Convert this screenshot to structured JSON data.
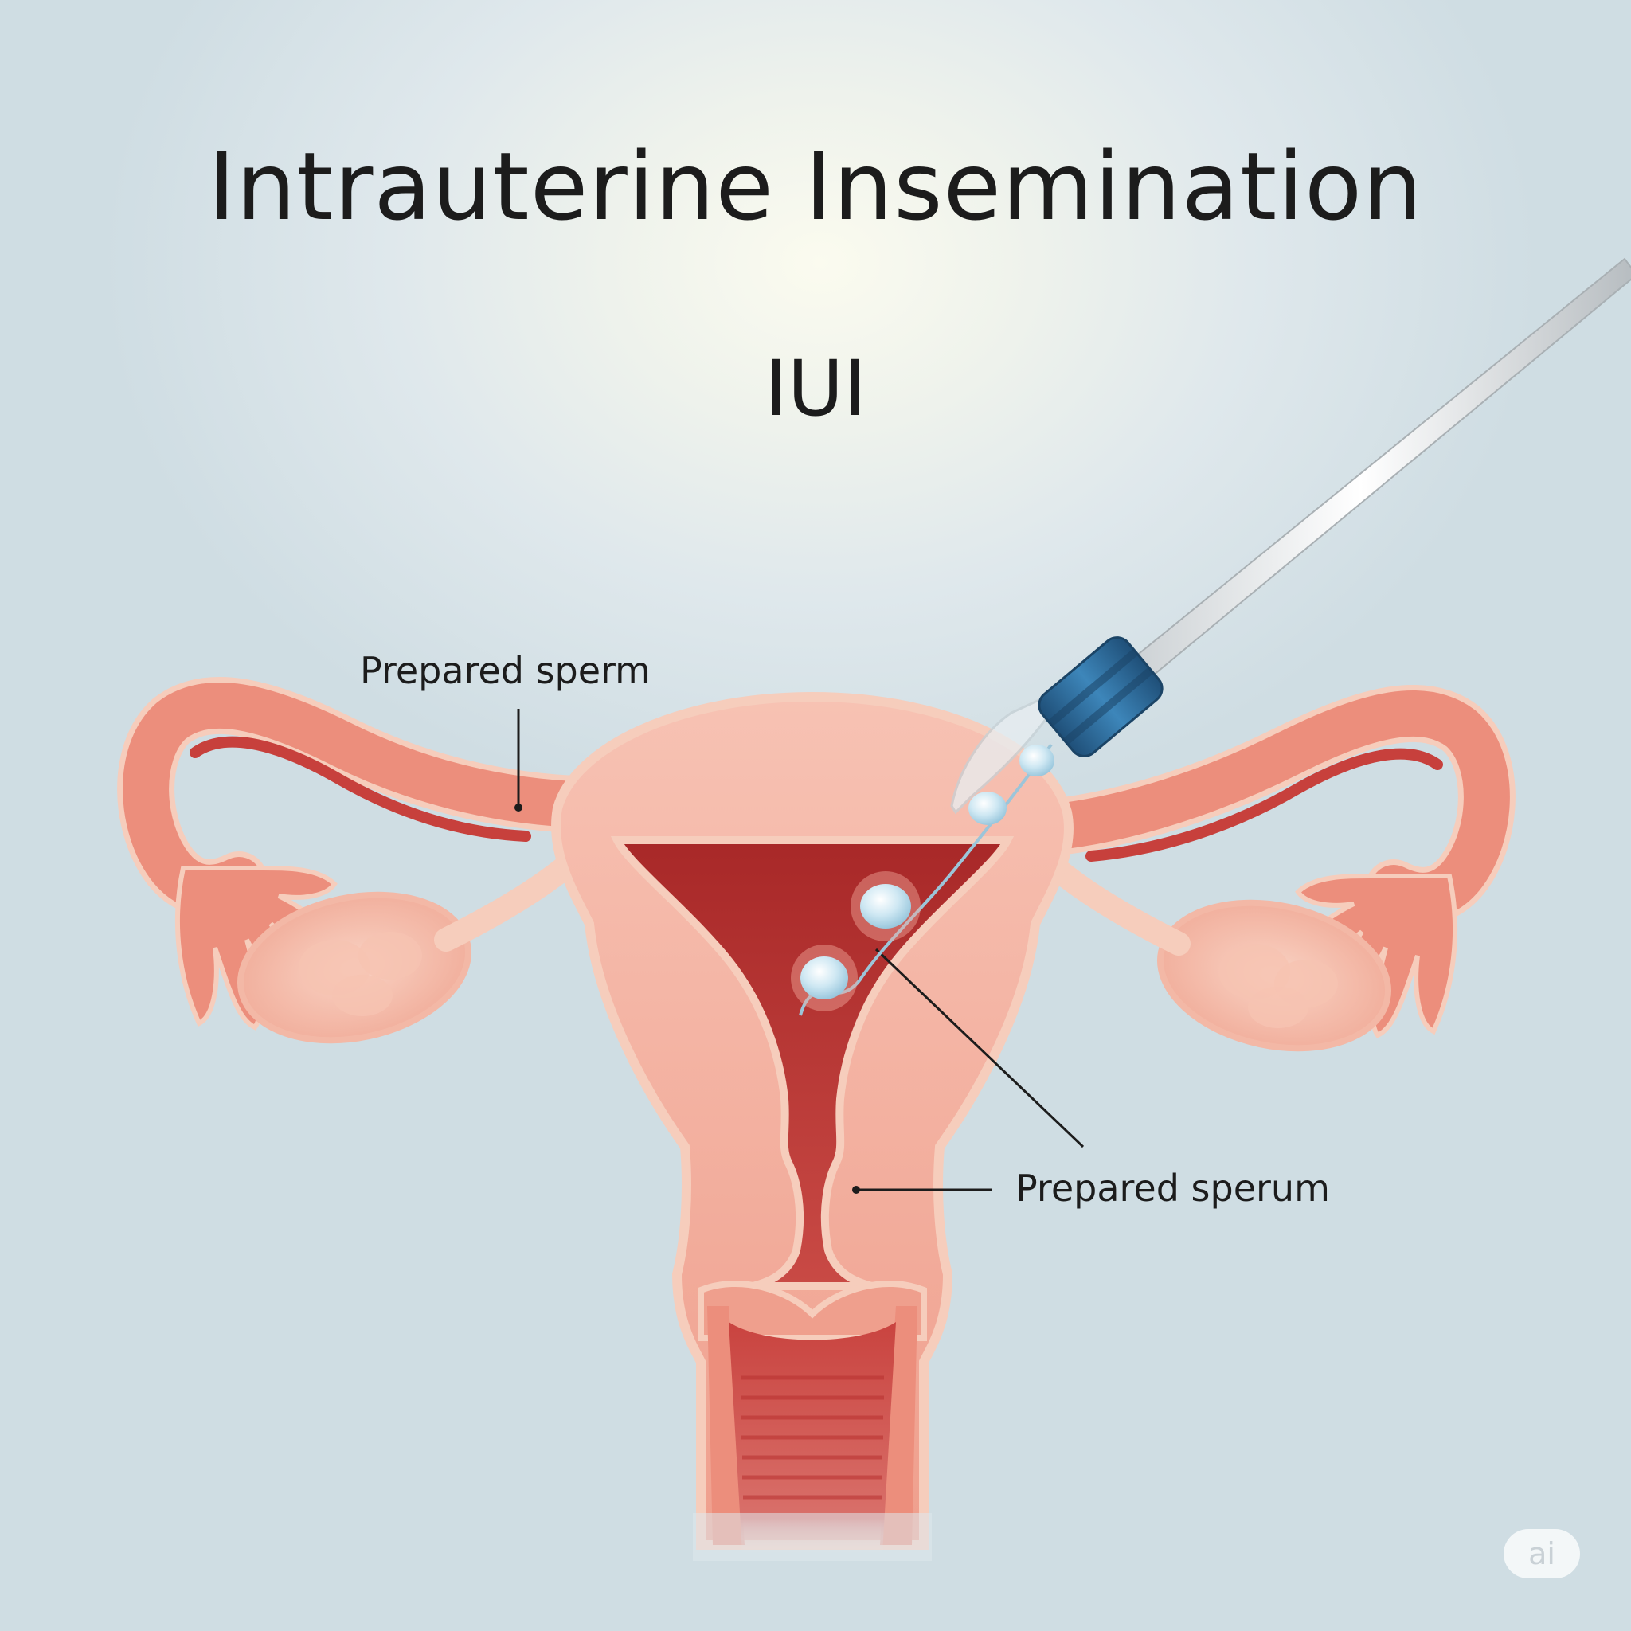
{
  "header": {
    "title": "Intrauterine Insemination",
    "subtitle": "IUI"
  },
  "labels": {
    "top_left": "Prepared sperm",
    "right": "Prepared sperum"
  },
  "watermark": {
    "text": "ai"
  },
  "colors": {
    "tissue_light": "#f4b7a8",
    "tissue_mid": "#ee9d8c",
    "tissue_outline": "#f6cdbc",
    "cavity": "#b8302f",
    "cavity_dark": "#9e2222",
    "catheter": "#d8dcde",
    "catheter_cap": "#2f6f9e",
    "sperm": "#bfe0ee"
  },
  "icons": [
    "uterus-illustration",
    "catheter-icon",
    "sperm-droplet-icon"
  ]
}
